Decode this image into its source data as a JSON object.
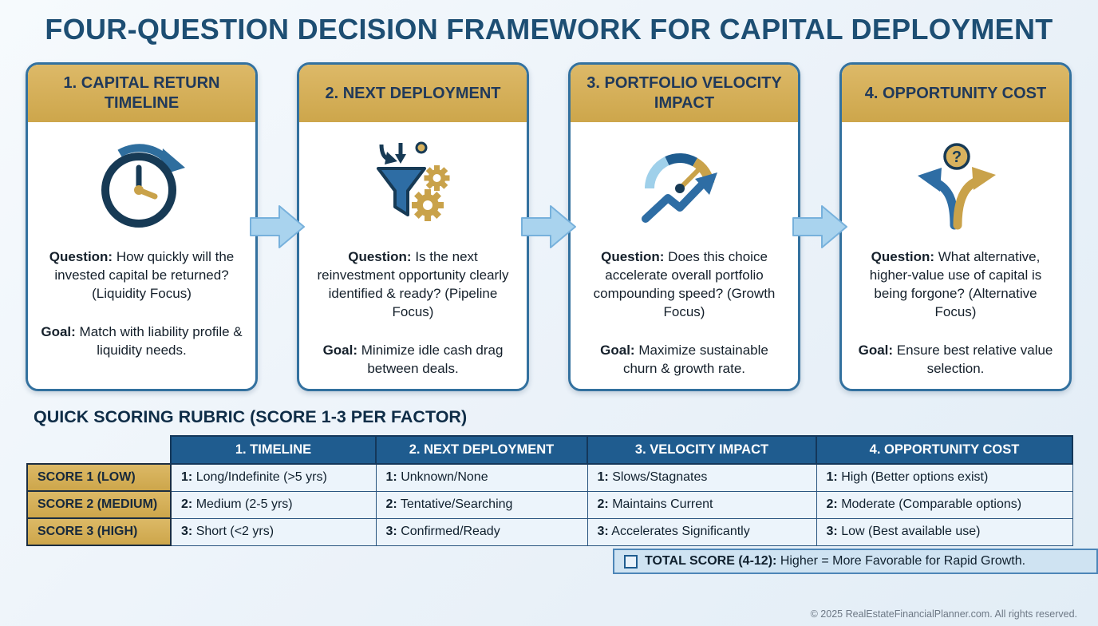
{
  "title": "FOUR-QUESTION DECISION FRAMEWORK FOR CAPITAL DEPLOYMENT",
  "labels": {
    "question": "Question:",
    "goal": "Goal:"
  },
  "cards": [
    {
      "header": "1. CAPITAL RETURN TIMELINE",
      "icon": "clock-return-icon",
      "question": "How quickly will the invested capital be returned? (Liquidity Focus)",
      "goal": "Match with liability profile & liquidity needs."
    },
    {
      "header": "2. NEXT DEPLOYMENT",
      "icon": "funnel-gears-icon",
      "question": "Is the next reinvestment opportunity clearly identified & ready? (Pipeline Focus)",
      "goal": "Minimize idle cash drag between deals."
    },
    {
      "header": "3. PORTFOLIO VELOCITY IMPACT",
      "icon": "speedometer-growth-icon",
      "question": "Does this choice accelerate overall portfolio compounding speed? (Growth Focus)",
      "goal": "Maximize sustainable churn & growth rate."
    },
    {
      "header": "4. OPPORTUNITY COST",
      "icon": "diverging-arrows-question-icon",
      "question": "What alternative, higher-value use of capital is being forgone? (Alternative Focus)",
      "goal": "Ensure best relative value selection."
    }
  ],
  "rubric": {
    "heading": "QUICK SCORING RUBRIC (SCORE 1-3 PER FACTOR)",
    "columns": [
      "1. TIMELINE",
      "2. NEXT DEPLOYMENT",
      "3. VELOCITY IMPACT",
      "4. OPPORTUNITY COST"
    ],
    "rows": [
      {
        "label": "SCORE 1 (LOW)",
        "cells": [
          {
            "p": "1:",
            "t": "Long/Indefinite (>5 yrs)"
          },
          {
            "p": "1:",
            "t": "Unknown/None"
          },
          {
            "p": "1:",
            "t": "Slows/Stagnates"
          },
          {
            "p": "1:",
            "t": "High (Better options exist)"
          }
        ]
      },
      {
        "label": "SCORE 2 (MEDIUM)",
        "cells": [
          {
            "p": "2:",
            "t": "Medium (2-5 yrs)"
          },
          {
            "p": "2:",
            "t": "Tentative/Searching"
          },
          {
            "p": "2:",
            "t": "Maintains Current"
          },
          {
            "p": "2:",
            "t": "Moderate (Comparable options)"
          }
        ]
      },
      {
        "label": "SCORE 3 (HIGH)",
        "cells": [
          {
            "p": "3:",
            "t": "Short (<2 yrs)"
          },
          {
            "p": "3:",
            "t": "Confirmed/Ready"
          },
          {
            "p": "3:",
            "t": "Accelerates Significantly"
          },
          {
            "p": "3:",
            "t": "Low (Best available use)"
          }
        ]
      }
    ],
    "total_label": "TOTAL SCORE (4-12):",
    "total_text": "Higher = More Favorable for Rapid Growth."
  },
  "footer": "© 2025 RealEstateFinancialPlanner.com. All rights reserved.",
  "colors": {
    "navy": "#1d4e73",
    "gold": "#cda64b",
    "card_border": "#33719f",
    "arrow_blue": "#a9d3ee",
    "table_header": "#1f5c8f",
    "cell_bg": "#ecf4fb",
    "note_bg": "#cfe3f2"
  }
}
